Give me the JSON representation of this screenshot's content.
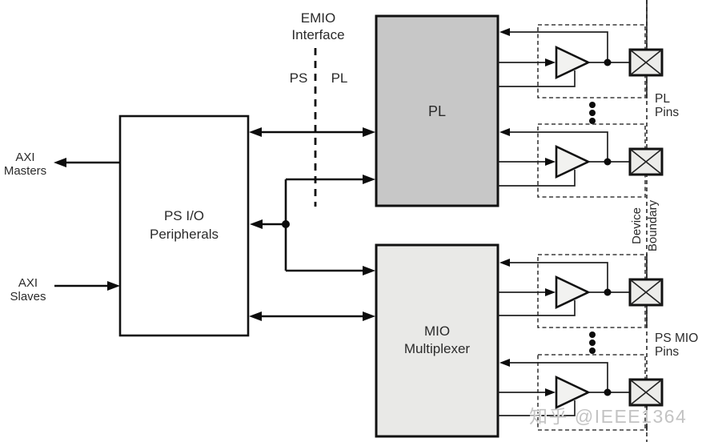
{
  "diagram": {
    "emio": {
      "line1": "EMIO",
      "line2": "Interface",
      "ps": "PS",
      "pl": "PL"
    },
    "blocks": {
      "ps_io": {
        "line1": "PS I/O",
        "line2": "Peripherals"
      },
      "pl": {
        "label": "PL"
      },
      "mio": {
        "line1": "MIO",
        "line2": "Multiplexer"
      }
    },
    "io_labels": {
      "axi_masters": {
        "line1": "AXI",
        "line2": "Masters"
      },
      "axi_slaves": {
        "line1": "AXI",
        "line2": "Slaves"
      },
      "pl_pins": {
        "line1": "PL",
        "line2": "Pins"
      },
      "ps_mio_pins": {
        "line1": "PS MIO",
        "line2": "Pins"
      },
      "device_boundary": {
        "line1": "Device",
        "line2": "Boundary"
      }
    },
    "watermark": "知乎 @IEEE1364",
    "colors": {
      "pl_fill": "#c7c7c7",
      "mio_fill": "#e9e9e7",
      "ps_io_fill": "#ffffff",
      "pin_fill": "#ececea",
      "buffer_fill": "#f2f2f0",
      "line": "#111111",
      "watermark": "#c3c3c3"
    }
  }
}
